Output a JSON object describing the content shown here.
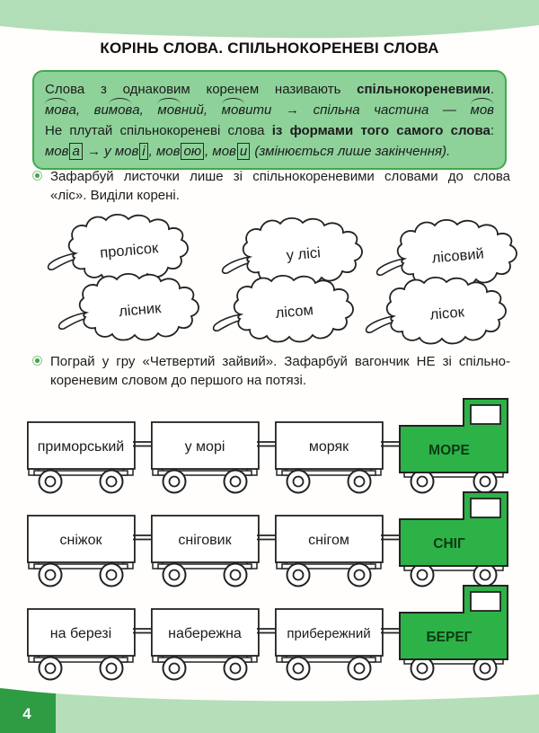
{
  "title": "КОРІНЬ СЛОВА. СПІЛЬНОКОРЕНЕВІ СЛОВА",
  "page_number": "4",
  "colors": {
    "band_light_green": "#b2deb7",
    "rule_box_fill": "#8ed29a",
    "rule_box_border": "#3fa94f",
    "locomotive_green": "#2db247",
    "page_number_block_green": "#2d9c43",
    "bullet_green": "#3fa94f",
    "outline_black": "#222222"
  },
  "icons": {
    "exercise_bullet": "circle-dot-icon"
  },
  "rule_box": {
    "line1": {
      "tokens": [
        [
          "Слова з однаковим коренем називають ",
          ""
        ],
        [
          "спільнокореневими",
          "b"
        ],
        [
          ".",
          ""
        ]
      ]
    },
    "line2": {
      "tokens": [
        [
          "мов",
          "root"
        ],
        [
          "а",
          ""
        ],
        [
          ", ",
          ""
        ],
        [
          "ви",
          ""
        ],
        [
          "мов",
          "root"
        ],
        [
          "а",
          ""
        ],
        [
          ", ",
          ""
        ],
        [
          "мов",
          "root"
        ],
        [
          "ний",
          ""
        ],
        [
          ", ",
          ""
        ],
        [
          "мов",
          "root"
        ],
        [
          "ити",
          ""
        ],
        [
          " ",
          ""
        ],
        [
          "→",
          "arw"
        ],
        [
          " спільна частина — ",
          ""
        ],
        [
          "мов",
          "root"
        ]
      ]
    },
    "line3": {
      "tokens": [
        [
          "Не плутай спільнокореневі слова ",
          ""
        ],
        [
          "із формами того самого слова",
          "b"
        ],
        [
          ":",
          ""
        ]
      ]
    },
    "line4": {
      "tokens": [
        [
          "мов",
          ""
        ],
        [
          "а",
          "box"
        ],
        [
          " ",
          ""
        ],
        [
          "→",
          "arw"
        ],
        [
          " у мов",
          ""
        ],
        [
          "і",
          "box"
        ],
        [
          ", ",
          ""
        ],
        [
          "мов",
          ""
        ],
        [
          "ою",
          "box"
        ],
        [
          ", ",
          ""
        ],
        [
          "мов",
          ""
        ],
        [
          "и",
          "box"
        ],
        [
          " (змінюється лише закінчення).",
          ""
        ]
      ]
    }
  },
  "exercise1": {
    "text_line1": "Зафарбуй листочки лише зі спільнокореневими словами до слова",
    "text_line2": "«ліс». Виділи корені.",
    "leaves": [
      "пролісок",
      "у лісі",
      "лісовий",
      "лісник",
      "лісом",
      "лісок"
    ]
  },
  "exercise2": {
    "text_line1": "Пограй у гру «Четвертий зайвий». Зафарбуй вагончик НЕ зі спільно-",
    "text_line2": "кореневим словом до першого на потязі.",
    "trains": [
      {
        "wagons": [
          "приморський",
          "у морі",
          "моряк"
        ],
        "locomotive": "МОРЕ"
      },
      {
        "wagons": [
          "сніжок",
          "сніговик",
          "снігом"
        ],
        "locomotive": "СНІГ"
      },
      {
        "wagons": [
          "на березі",
          "набережна",
          "прибережний"
        ],
        "locomotive": "БЕРЕГ"
      }
    ]
  }
}
